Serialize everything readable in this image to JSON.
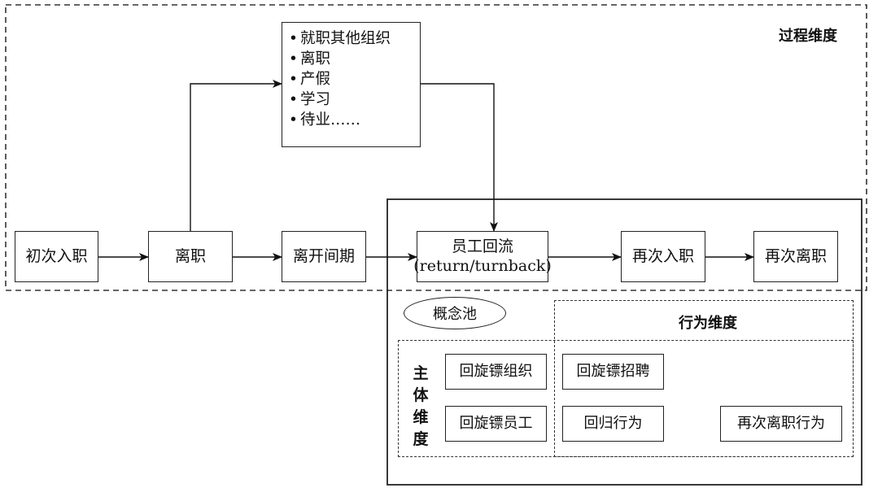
{
  "title_process_dimension": "过程维度",
  "side_options": {
    "items": [
      "就职其他组织",
      "离职",
      "产假",
      "学习",
      "待业……"
    ],
    "bullet": "•"
  },
  "flow": {
    "initial_entry": "初次入职",
    "leave": "离职",
    "away_period": "离开间期",
    "return": {
      "line1": "员工回流",
      "line2": "(return/turnback)"
    },
    "re_entry": "再次入职",
    "re_leave": "再次离职"
  },
  "concept_pool": {
    "label": "概念池",
    "behavior_dimension": "行为维度",
    "subject_dimension_chars": [
      "主",
      "体",
      "维",
      "度"
    ],
    "subject_items": [
      "回旋镖组织",
      "回旋镖员工"
    ],
    "behavior_items": [
      "回旋镖招聘",
      "回归行为",
      "再次离职行为"
    ]
  }
}
